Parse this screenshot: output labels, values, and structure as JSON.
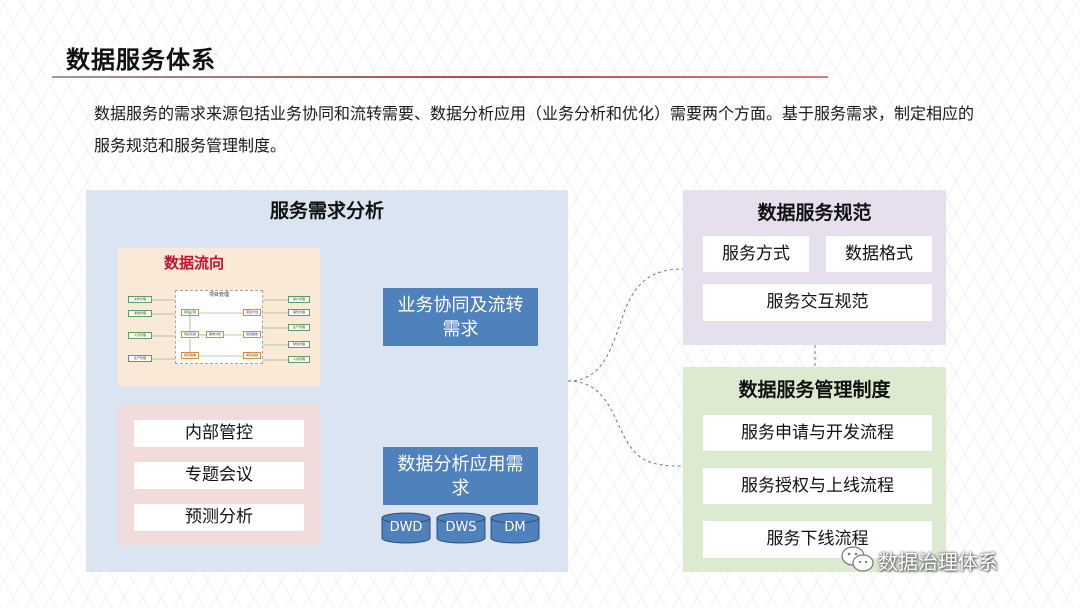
{
  "title": "数据服务体系",
  "intro": "数据服务的需求来源包括业务协同和流转需要、数据分析应用（业务分析和优化）需要两个方面。基于服务需求，制定相应的服务规范和服务管理制度。",
  "analysis": {
    "title": "服务需求分析",
    "flow": {
      "title": "数据流向",
      "center_label": "项目管理",
      "left_items": [
        "文件管理",
        "考勤管理",
        "人员管理",
        "生产管理"
      ],
      "right_items": [
        "客户管理",
        "销售管理",
        "生产管理",
        "财务管理",
        "人资管理"
      ],
      "inner_items": [
        "项目立项",
        "项目实施",
        "项目验收",
        "需求分析",
        "项目计划",
        "项目报告",
        "项目总结"
      ]
    },
    "internal_items": [
      "内部管控",
      "专题会议",
      "预测分析"
    ],
    "business_button": "业务协同及流转需求",
    "analysis_button": "数据分析应用需求",
    "databases": [
      "DWD",
      "DWS",
      "DM"
    ]
  },
  "spec": {
    "title": "数据服务规范",
    "items": [
      "服务方式",
      "数据格式",
      "服务交互规范"
    ]
  },
  "mgmt": {
    "title": "数据服务管理制度",
    "items": [
      "服务申请与开发流程",
      "服务授权与上线流程",
      "服务下线流程"
    ]
  },
  "watermark": "数据治理体系",
  "colors": {
    "blue_button": "#4f81bd",
    "analysis_panel": "#dbe5f1",
    "spec_panel": "#e6e0ee",
    "mgmt_panel": "#dcebd0",
    "flow_panel": "#fbe9d8",
    "internal_panel": "#f2dcdb",
    "flow_title": "#c8102e"
  }
}
